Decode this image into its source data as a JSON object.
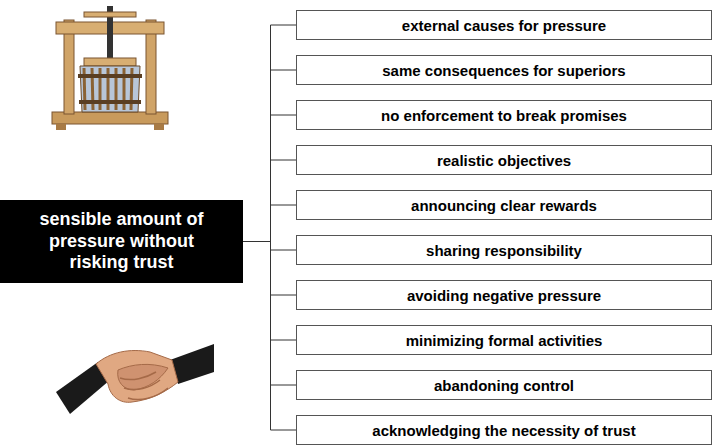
{
  "diagram": {
    "nodes": [
      {
        "text": [
          "sensible amount of pressure without risking trust"
        ]
      },
      {
        "text": [
          "external causes for pressure"
        ]
      },
      {
        "text": [
          "same consequences for superiors"
        ]
      },
      {
        "text": [
          "no enforcement to break promises"
        ]
      },
      {
        "text": [
          "realistic objectives"
        ]
      },
      {
        "text": [
          "announcing clear rewards"
        ]
      },
      {
        "text": [
          "sharing responsibility"
        ]
      },
      {
        "text": [
          "avoiding negative pressure"
        ]
      },
      {
        "text": [
          "minimizing formal activities"
        ]
      },
      {
        "text": [
          "abandoning control"
        ]
      },
      {
        "text": [
          "acknowledging the necessity of trust"
        ]
      }
    ],
    "edges": [
      {
        "from": 0,
        "to": 1,
        "arrow": "none"
      },
      {
        "from": 0,
        "to": 2,
        "arrow": "none"
      },
      {
        "from": 0,
        "to": 3,
        "arrow": "none"
      },
      {
        "from": 0,
        "to": 4,
        "arrow": "none"
      },
      {
        "from": 0,
        "to": 5,
        "arrow": "none"
      },
      {
        "from": 0,
        "to": 6,
        "arrow": "none"
      },
      {
        "from": 0,
        "to": 7,
        "arrow": "none"
      },
      {
        "from": 0,
        "to": 8,
        "arrow": "none"
      },
      {
        "from": 0,
        "to": 9,
        "arrow": "none"
      },
      {
        "from": 0,
        "to": 10,
        "arrow": "none"
      }
    ]
  }
}
